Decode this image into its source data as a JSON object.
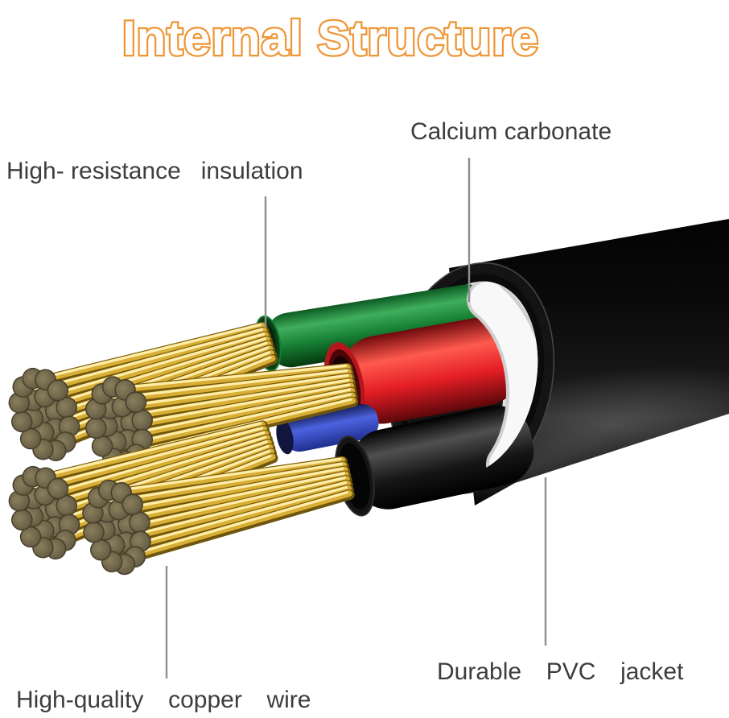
{
  "title": "Internal Structure",
  "labels": {
    "insulation": {
      "text": "High- resistance   insulation"
    },
    "calcium": {
      "text": "Calcium carbonate"
    },
    "copper": {
      "text": "High-quality  copper  wire"
    },
    "jacket": {
      "text": "Durable  PVC  jacket"
    }
  },
  "colors": {
    "title_outline": "#EE9636",
    "label_text": "#3D3D3D",
    "leader_line": "#8F8F8F",
    "pvc_jacket": "#0B0B0B",
    "calcium_filler": "#E9E9E9",
    "copper_wire": "#D9AE35",
    "insulation_green": "#1E8A3A",
    "insulation_red": "#E3202A",
    "insulation_blue": "#2F3FA8",
    "insulation_black": "#1A1A1A"
  }
}
